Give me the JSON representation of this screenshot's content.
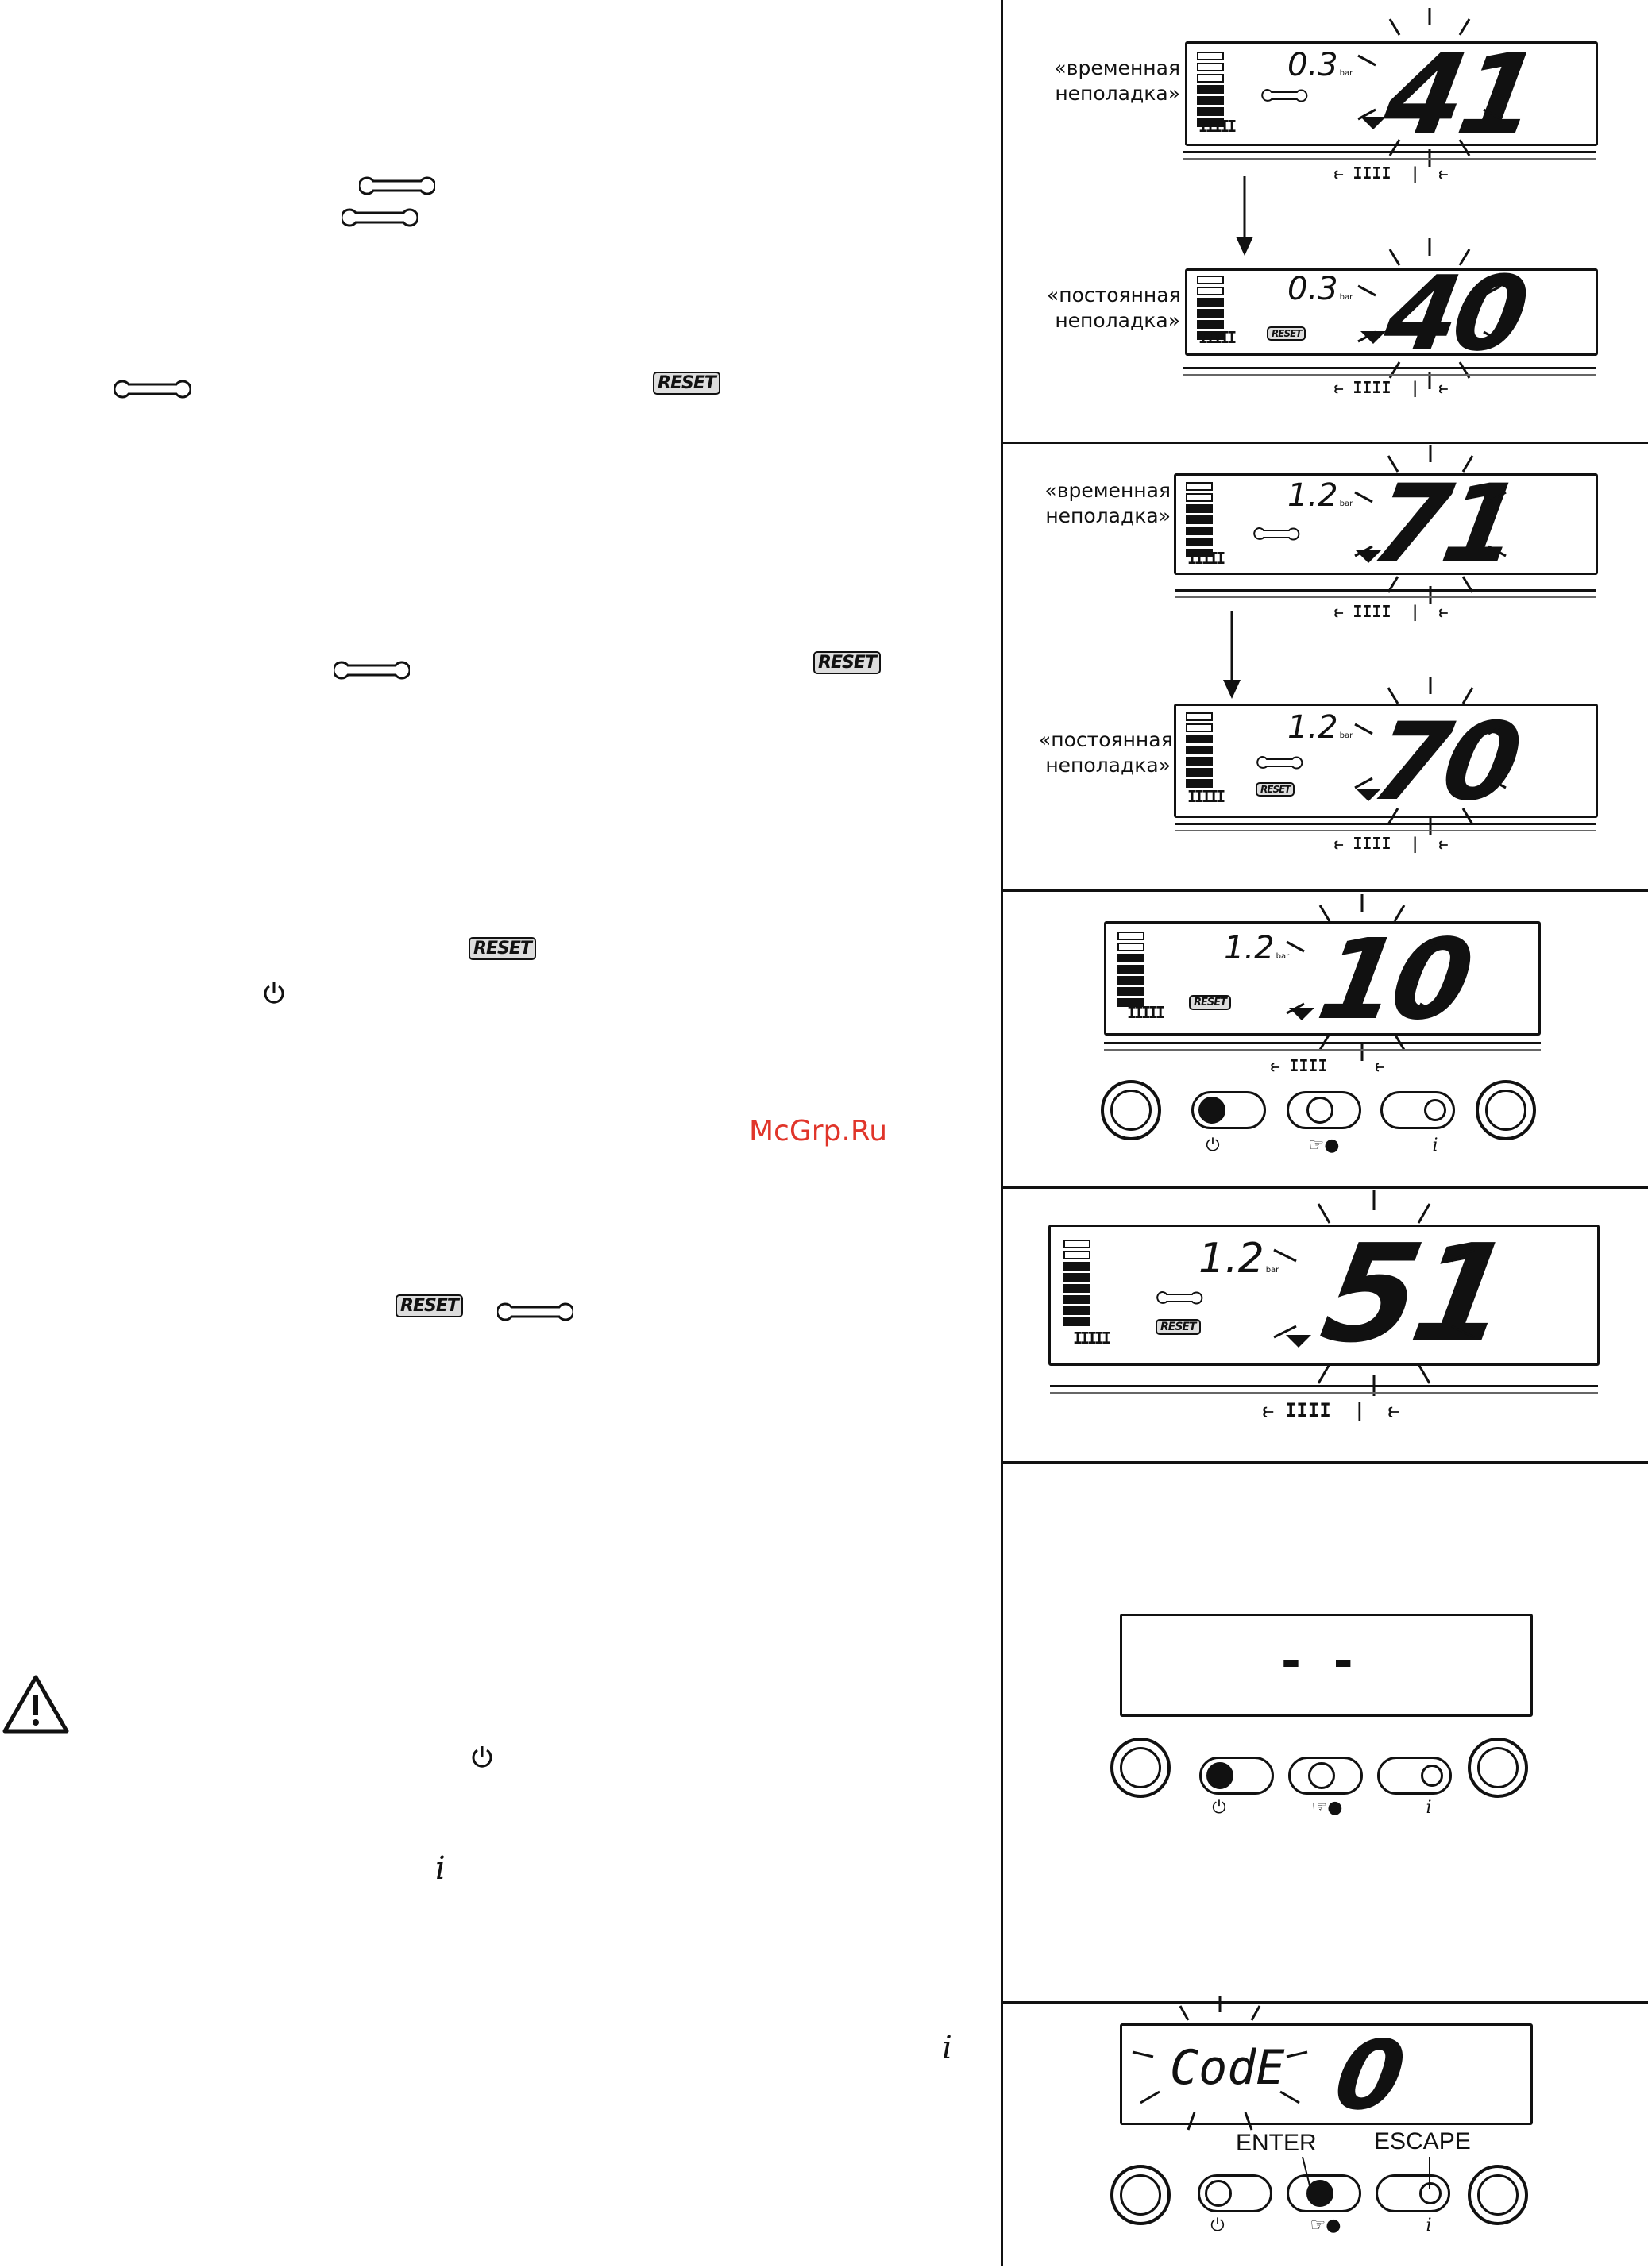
{
  "watermark": "McGrp.Ru",
  "panels": {
    "p1": {
      "top_label": "«временная\nнеполадка»",
      "top_pressure": "0.3",
      "top_unit": "bar",
      "top_code": "41",
      "bottom_label": "«постоянная\nнеполадка»",
      "bottom_pressure": "0.3",
      "bottom_unit": "bar",
      "bottom_code": "40"
    },
    "p2": {
      "top_label": "«временная\nнеполадка»",
      "top_pressure": "1.2",
      "top_unit": "bar",
      "top_code": "71",
      "bottom_label": "«постоянная\nнеполадка»",
      "bottom_pressure": "1.2",
      "bottom_unit": "bar",
      "bottom_code": "70"
    },
    "p3": {
      "pressure": "1.2",
      "unit": "bar",
      "code": "10"
    },
    "p4": {
      "pressure": "1.2",
      "unit": "bar",
      "code": "51"
    },
    "p5": {
      "display": "- -"
    },
    "p6": {
      "code_text": "CodE",
      "code_value": "0",
      "enter_label": "ENTER",
      "escape_label": "ESCAPE"
    }
  },
  "icons": {
    "reset": "RESET",
    "wrench": "wrench-icon",
    "power": "power-icon",
    "info": "info-icon",
    "warning": "warning-triangle-icon"
  },
  "button_symbols": {
    "power": "⏻",
    "info": "i",
    "hand": "☞●"
  }
}
